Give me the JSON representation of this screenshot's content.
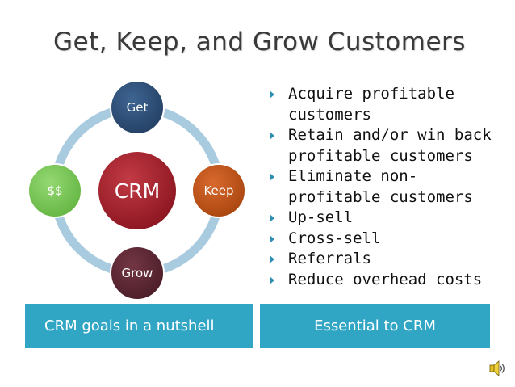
{
  "title": "Get, Keep, and Grow Customers",
  "diagram": {
    "center": "CRM",
    "nodes": [
      {
        "id": "get",
        "label": "Get",
        "color": "#2f4f78"
      },
      {
        "id": "keep",
        "label": "Keep",
        "color": "#c0531b"
      },
      {
        "id": "grow",
        "label": "Grow",
        "color": "#5c2834"
      },
      {
        "id": "money",
        "label": "$$",
        "color": "#7dc95a"
      }
    ],
    "center_color": "#9e1c25",
    "ring_color": "#a9cbe0"
  },
  "bullets": [
    "Acquire profitable\ncustomers",
    "Retain and/or win back\nprofitable customers",
    "Eliminate non-\nprofitable customers",
    "Up-sell",
    "Cross-sell",
    "Referrals",
    "Reduce overhead costs"
  ],
  "footer": {
    "left": "CRM goals in a nutshell",
    "right": "Essential to CRM"
  },
  "icons": {
    "speaker": "speaker-icon",
    "bullet": "triangle-bullet-icon"
  }
}
